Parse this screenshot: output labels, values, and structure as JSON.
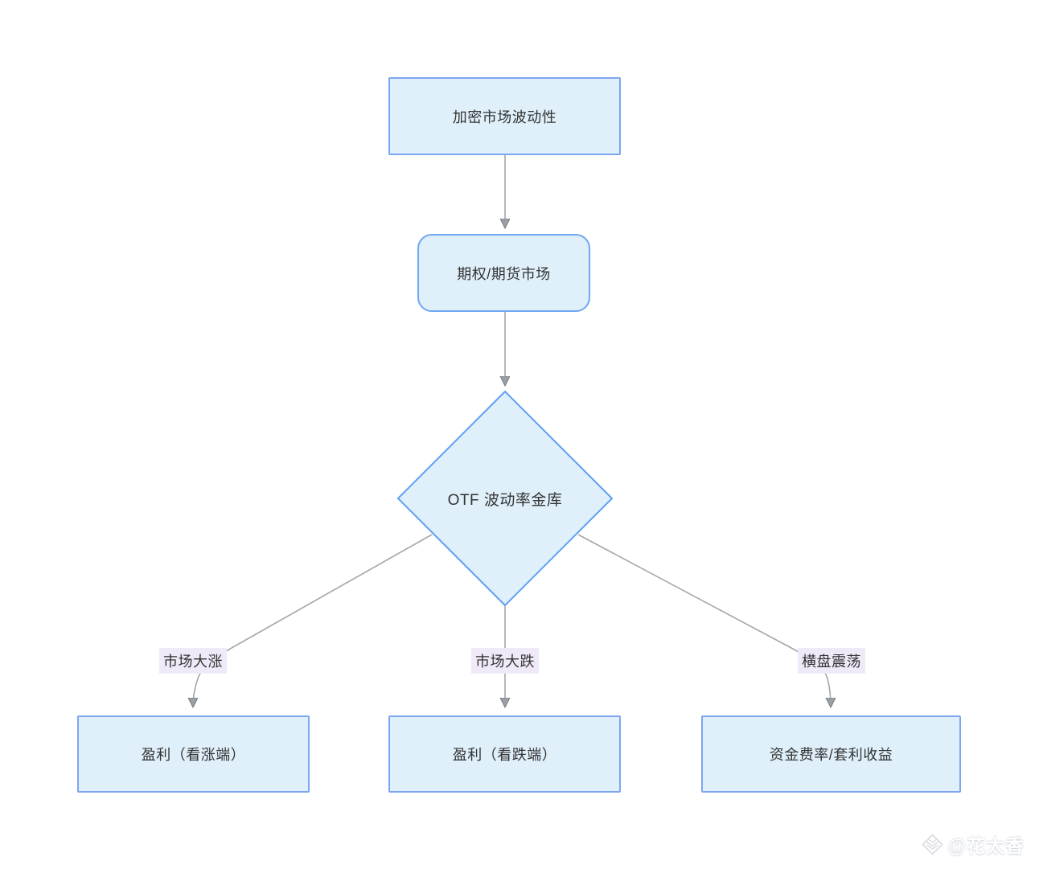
{
  "diagram": {
    "nodes": {
      "volatility": {
        "label": "加密市场波动性",
        "shape": "rect"
      },
      "market": {
        "label": "期权/期货市场",
        "shape": "rounded-rect"
      },
      "vault": {
        "label": "OTF 波动率金库",
        "shape": "diamond"
      },
      "bull": {
        "label": "盈利（看涨端）",
        "shape": "rect"
      },
      "bear": {
        "label": "盈利（看跌端）",
        "shape": "rect"
      },
      "funding": {
        "label": "资金费率/套利收益",
        "shape": "rect"
      }
    },
    "edges": [
      {
        "from": "加密市场波动性",
        "to": "期权/期货市场",
        "label": ""
      },
      {
        "from": "期权/期货市场",
        "to": "OTF 波动率金库",
        "label": ""
      },
      {
        "from": "OTF 波动率金库",
        "to": "盈利（看涨端）",
        "label": "市场大涨"
      },
      {
        "from": "OTF 波动率金库",
        "to": "盈利（看跌端）",
        "label": "市场大跌"
      },
      {
        "from": "OTF 波动率金库",
        "to": "资金费率/套利收益",
        "label": "横盘震荡"
      }
    ],
    "colors": {
      "node_fill": "#dff0fa",
      "node_border": "#7ea6f0",
      "diamond_border": "#5f9ff2",
      "edge_line": "#a6a6a6",
      "edge_label_bg": "#f0e9f8",
      "text": "#333333",
      "background": "#ffffff"
    }
  },
  "watermark": {
    "handle": "@花太香",
    "icon": "gem-icon"
  }
}
